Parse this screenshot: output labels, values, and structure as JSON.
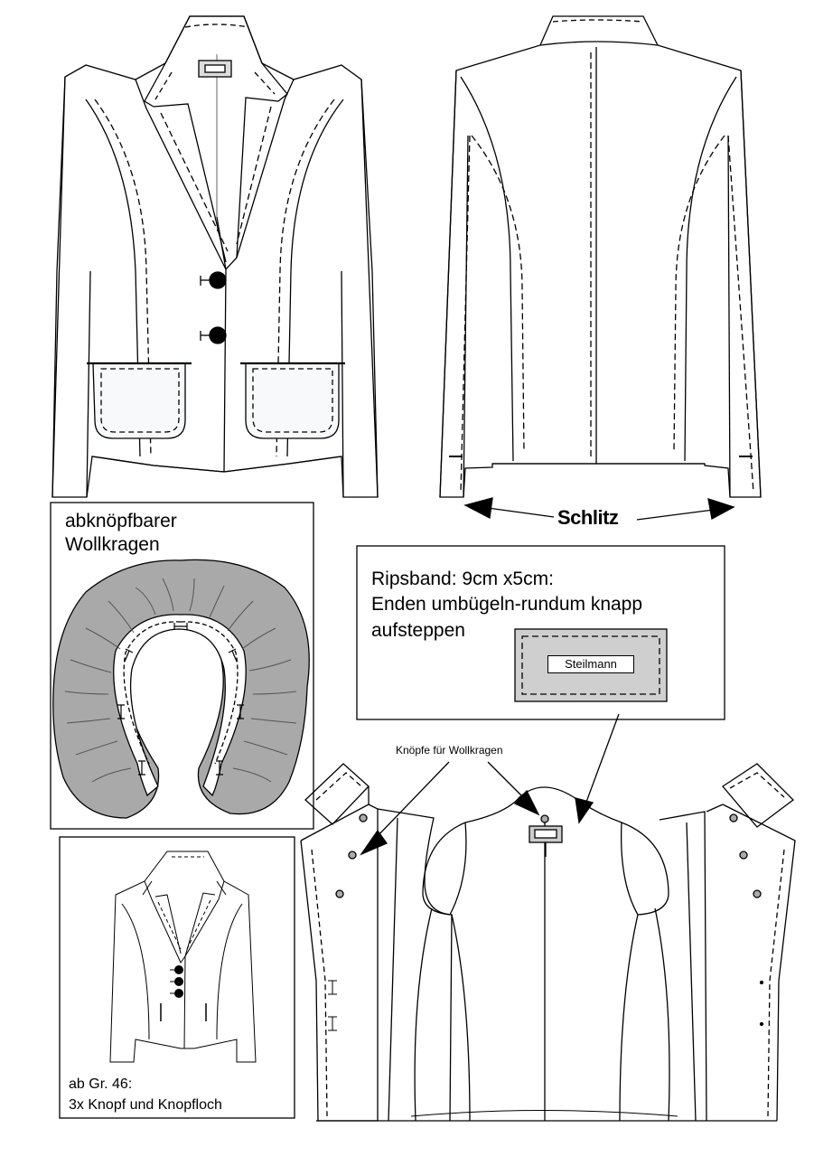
{
  "labels": {
    "schlitz": "Schlitz",
    "collar_title_1": "abknöpfbarer",
    "collar_title_2": "Wollkragen",
    "ripsband_1": "Ripsband: 9cm x5cm:",
    "ripsband_2": "Enden umbügeln-rundum knapp",
    "ripsband_3": "aufsteppen",
    "brand_label": "Steilmann",
    "buttons_note": "Knöpfe für Wollkragen",
    "size_note_1": "ab Gr. 46:",
    "size_note_2": "3x Knopf und Knopfloch"
  },
  "colors": {
    "line": "#000000",
    "collar_fill": "#a9a9a9",
    "label_fill": "#cfcfcf",
    "pocket_fill": "#f7f9fb"
  }
}
